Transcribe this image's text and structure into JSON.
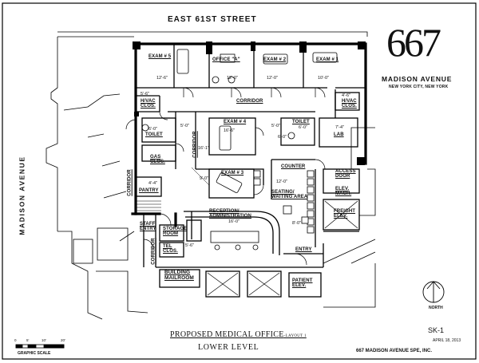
{
  "streets": {
    "top": "EAST 61ST STREET",
    "left": "MADISON AVENUE"
  },
  "logo": {
    "number": "667",
    "line1": "MADISON AVENUE",
    "line2": "NEW YORK CITY, NEW YORK"
  },
  "rooms": {
    "exam5": "EXAM # 5",
    "office": "OFFICE \"A\"",
    "exam2": "EXAM # 2",
    "exam1": "EXAM # 1",
    "corridor_top": "CORRIDOR",
    "hvac_left": "H/VAC CLOS.",
    "hvac_right": "H/VAC CLOS.",
    "toilet_left": "TOILET",
    "toilet_right": "TOILET",
    "lab": "LAB",
    "exam4": "EXAM # 4",
    "exam3": "EXAM # 3",
    "gas_clos": "GAS CLOS.",
    "corridor_mid": "CORRIDOR",
    "corridor_left": "CORRIDOR",
    "pantry": "PANTRY",
    "counter": "COUNTER",
    "access_door": "ACCESS DOOR",
    "elev_mach": "ELEV. MACH.",
    "seating": "SEATING/ WAITING AREA",
    "freight_elev": "FREIGHT ELEV.",
    "reception": "RECEPTION/ ADMINISTRATION",
    "staff_entry": "STAFF ENTRY",
    "storage": "STORAGE ROOM",
    "tel_clos": "TEL CLOS.",
    "corridor_low": "CORRIDOR",
    "entry": "ENTRY",
    "building_mailroom": "BUILDING MAILROOM",
    "patient_elev": "PATIENT ELEV."
  },
  "dims": {
    "d1": "12'-6\"",
    "d2": "12'-0\"",
    "d3": "12'-0\"",
    "d4": "10'-0\"",
    "d5": "5'-6\"",
    "d6": "5'-0\"",
    "d7": "5'-0\"",
    "d8": "6'-0\"",
    "d9": "16'-6\"",
    "d10": "7'-4\"",
    "d11": "6'-0\"",
    "d12": "16'-1\"",
    "d13": "16'-0\"",
    "d14": "8'-0\"",
    "d15": "12'-0\"",
    "d16": "4'-4\"",
    "d17": "9'-0\"",
    "d18": "6'-0\"",
    "d19": "4'-6\"",
    "d20": "5'-6\""
  },
  "title": {
    "line1": "PROPOSED MEDICAL OFFICE",
    "layout": "-LAYOUT 1",
    "line2": "LOWER LEVEL"
  },
  "sheet": {
    "number": "SK-1",
    "date": "APRIL 18, 2013",
    "owner": "667 MADISON AVENUE SPE, INC."
  },
  "scale": {
    "label": "GRAPHIC SCALE",
    "ticks": [
      "0",
      "5'",
      "10'",
      "20'"
    ]
  },
  "north_label": "NORTH",
  "colors": {
    "ink": "#111111",
    "wall": "#000000",
    "paper": "#ffffff"
  }
}
